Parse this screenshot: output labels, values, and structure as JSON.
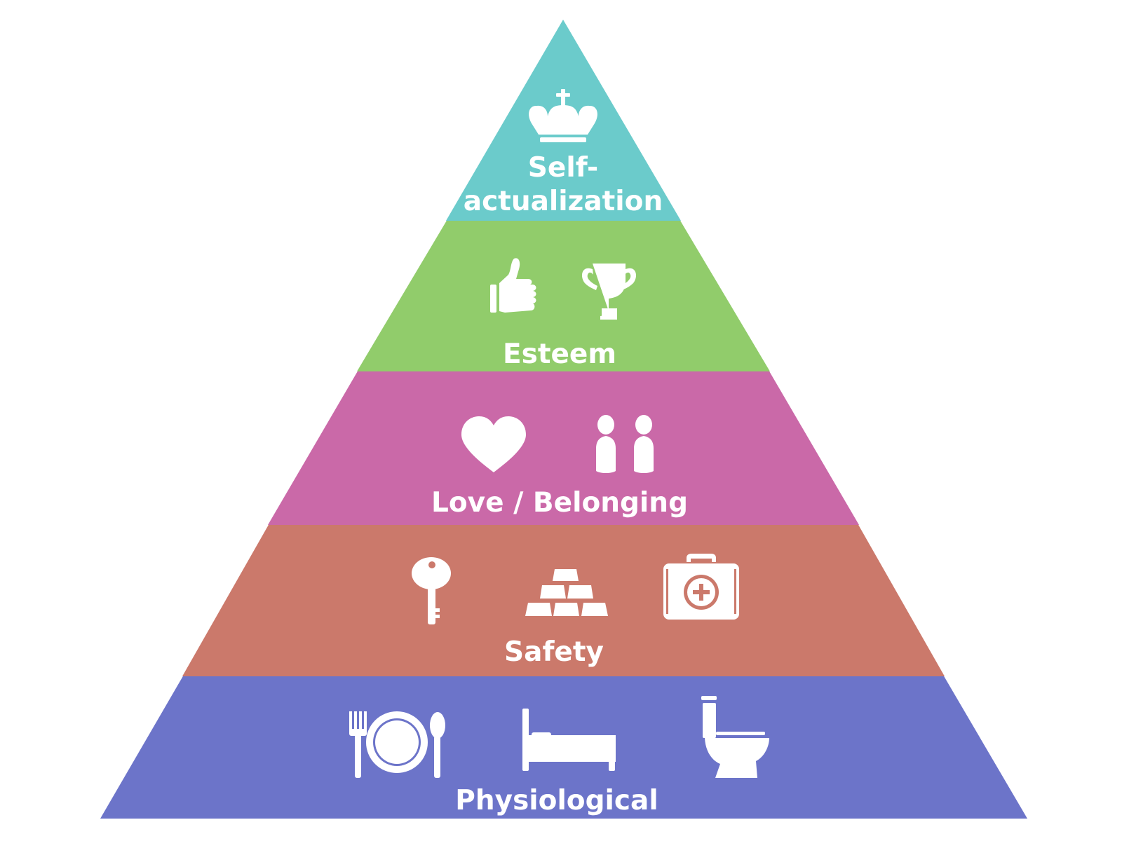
{
  "colors": {
    "physiological": "#6c74c9",
    "safety": "#cb796b",
    "love": "#ca69a8",
    "esteem": "#91cc6b",
    "self_actualization": "#6bcbcb",
    "text": "#ffffff"
  },
  "levels": {
    "self_actualization": {
      "label_line1": "Self-",
      "label_line2": "actualization",
      "icons": [
        "crown-icon"
      ]
    },
    "esteem": {
      "label": "Esteem",
      "icons": [
        "thumbs-up-icon",
        "trophy-icon"
      ]
    },
    "love": {
      "label": "Love / Belonging",
      "icons": [
        "heart-icon",
        "couple-icon"
      ]
    },
    "safety": {
      "label": "Safety",
      "icons": [
        "key-icon",
        "gold-bars-icon",
        "first-aid-kit-icon"
      ]
    },
    "physiological": {
      "label": "Physiological",
      "icons": [
        "place-setting-icon",
        "bed-icon",
        "toilet-icon"
      ]
    }
  }
}
